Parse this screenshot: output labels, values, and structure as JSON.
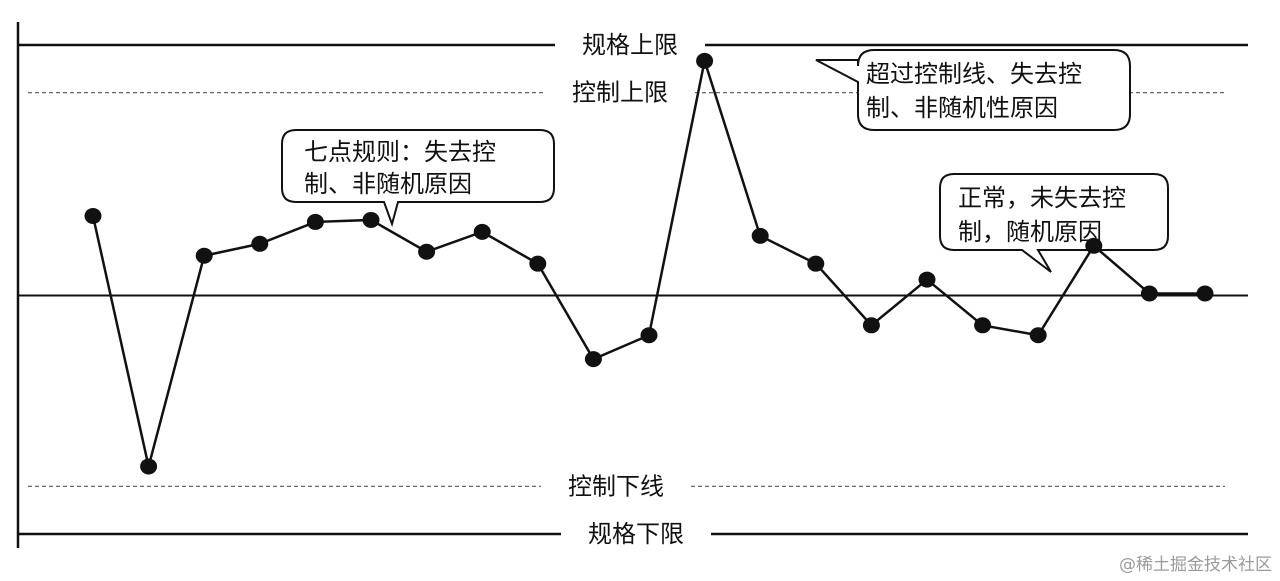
{
  "chart_data": {
    "type": "line",
    "title": "",
    "xlabel": "",
    "ylabel": "",
    "x": [
      1,
      2,
      3,
      4,
      5,
      6,
      7,
      8,
      9,
      10,
      11,
      12,
      13,
      14,
      15,
      16,
      17,
      18,
      19,
      20,
      21
    ],
    "series": [
      {
        "values": [
          2.0,
          -4.3,
          1.0,
          1.3,
          1.85,
          1.9,
          1.1,
          1.6,
          0.8,
          -1.6,
          -1.0,
          5.9,
          1.5,
          0.8,
          -0.75,
          0.4,
          -0.75,
          -1.0,
          1.25,
          0.05,
          0.05
        ]
      }
    ],
    "reference_lines": [
      {
        "key": "usl",
        "label": "规格上限",
        "style": "solid",
        "value": 6.3
      },
      {
        "key": "ucl",
        "label": "控制上限",
        "style": "dashed",
        "value": 5.1
      },
      {
        "key": "center",
        "label": "",
        "style": "solid",
        "value": 0
      },
      {
        "key": "lcl",
        "label": "控制下线",
        "style": "dashed",
        "value": -4.8
      },
      {
        "key": "lsl",
        "label": "规格下限",
        "style": "solid",
        "value": -6.0
      }
    ],
    "annotations": [
      {
        "key": "seven",
        "lines": [
          "七点规则：失去控",
          "制、非随机原因"
        ],
        "point": 5
      },
      {
        "key": "out",
        "lines": [
          "超过控制线、失去控",
          "制、非随机性原因"
        ],
        "point": 12
      },
      {
        "key": "normal",
        "lines": [
          "正常，未失去控",
          "制，随机原因"
        ],
        "point": 18
      }
    ],
    "ylim": [
      -6.2,
      6.3
    ],
    "grid": false,
    "legend": "none"
  },
  "watermark": "@稀土掘金技术社区"
}
